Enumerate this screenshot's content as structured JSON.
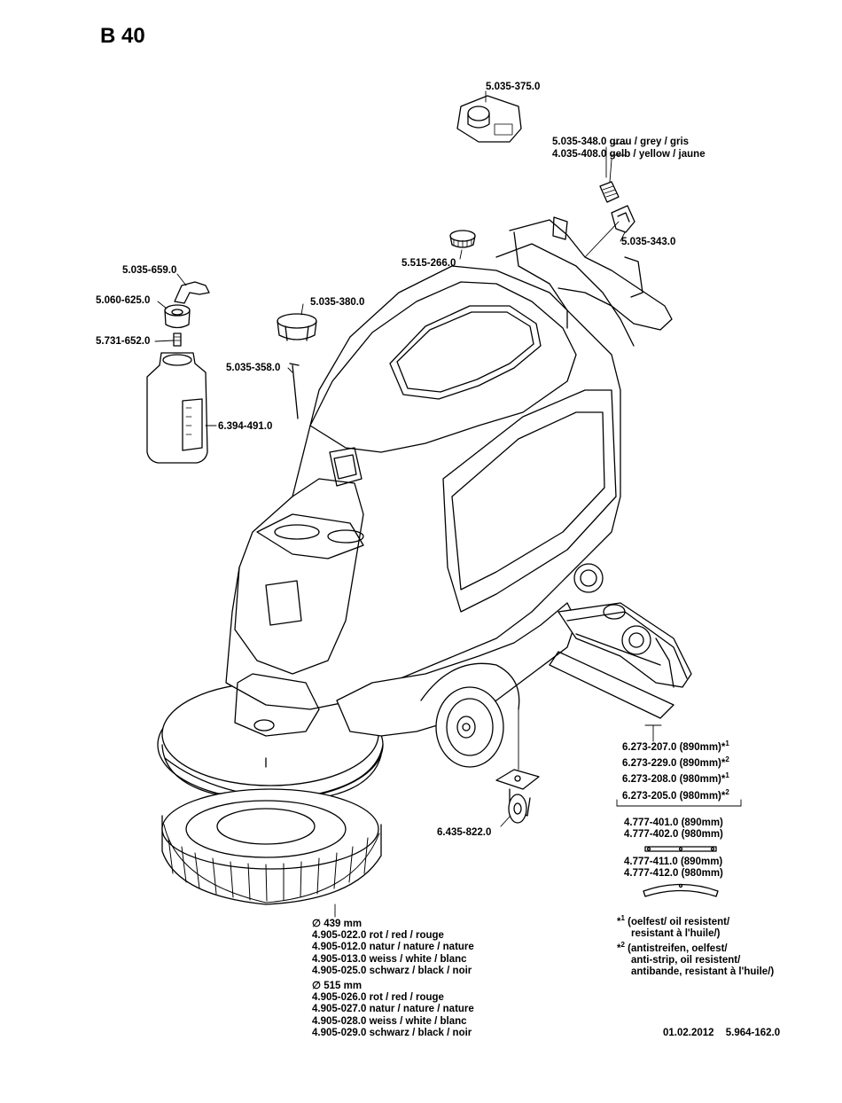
{
  "title": "B 40",
  "parts": {
    "p5035375": "5.035-375.0",
    "p5035348": "5.035-348.0",
    "p5035348_color": "grau / grey / gris",
    "p4035408": "4.035-408.0",
    "p4035408_color": "gelb / yellow / jaune",
    "p5035343": "5.035-343.0",
    "p5515266": "5.515-266.0",
    "p5035659": "5.035-659.0",
    "p5060625": "5.060-625.0",
    "p5731652": "5.731-652.0",
    "p5035380": "5.035-380.0",
    "p5035358": "5.035-358.0",
    "p6394491": "6.394-491.0",
    "p6435822": "6.435-822.0"
  },
  "squeegee_group": {
    "lines": [
      {
        "text": "6.273-207.0 (890mm)",
        "sup": "1"
      },
      {
        "text": "6.273-229.0 (890mm)",
        "sup": "2"
      },
      {
        "text": "6.273-208.0 (980mm)",
        "sup": "1"
      },
      {
        "text": "6.273-205.0 (980mm)",
        "sup": "2"
      }
    ],
    "lip_a1": "4.777-401.0 (890mm)",
    "lip_a2": "4.777-402.0 (980mm)",
    "lip_b1": "4.777-411.0 (890mm)",
    "lip_b2": "4.777-412.0 (980mm)"
  },
  "brush_group": {
    "d439": "439 mm",
    "d439_items": [
      "4.905-022.0 rot / red / rouge",
      "4.905-012.0 natur / nature / nature",
      "4.905-013.0 weiss / white / blanc",
      "4.905-025.0 schwarz / black / noir"
    ],
    "d515": "515 mm",
    "d515_items": [
      "4.905-026.0 rot / red / rouge",
      "4.905-027.0 natur / nature / nature",
      "4.905-028.0 weiss / white / blanc",
      "4.905-029.0 schwarz / black / noir"
    ],
    "diameter_symbol": "∅"
  },
  "notes": {
    "n1_marker": "*",
    "n1_sup": "1",
    "n1_line1": "(oelfest/ oil resistent/",
    "n1_line2": "resistant à l'huile/)",
    "n2_marker": "*",
    "n2_sup": "2",
    "n2_line1": "(antistreifen, oelfest/",
    "n2_line2": "anti-strip, oil resistent/",
    "n2_line3": "antibande, resistant à l'huile/)"
  },
  "footer": {
    "date": "01.02.2012",
    "docnum": "5.964-162.0"
  },
  "colors": {
    "ink": "#000000",
    "paper": "#ffffff",
    "shade": "#d9d9d9"
  }
}
